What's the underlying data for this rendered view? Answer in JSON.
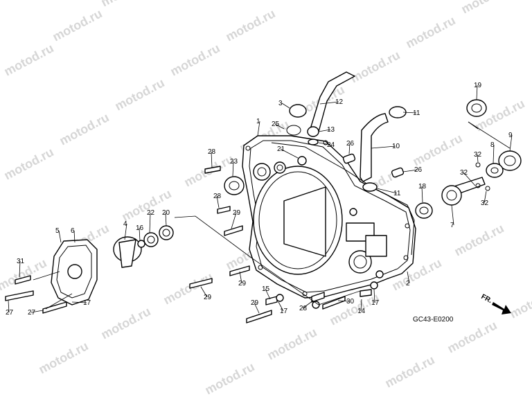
{
  "watermark": "motod.ru",
  "diagram_code": "GC43-E0200",
  "front_marker": "FR.",
  "callouts": [
    {
      "id": "c1",
      "num": "1"
    },
    {
      "id": "c2",
      "num": "2"
    },
    {
      "id": "c3",
      "num": "3"
    },
    {
      "id": "c4",
      "num": "4"
    },
    {
      "id": "c5",
      "num": "5"
    },
    {
      "id": "c6",
      "num": "6"
    },
    {
      "id": "c7",
      "num": "7"
    },
    {
      "id": "c8",
      "num": "8"
    },
    {
      "id": "c9",
      "num": "9"
    },
    {
      "id": "c10",
      "num": "10"
    },
    {
      "id": "c11a",
      "num": "11"
    },
    {
      "id": "c11b",
      "num": "11"
    },
    {
      "id": "c12",
      "num": "12"
    },
    {
      "id": "c13",
      "num": "13"
    },
    {
      "id": "c14",
      "num": "14"
    },
    {
      "id": "c15",
      "num": "15"
    },
    {
      "id": "c16",
      "num": "16"
    },
    {
      "id": "c17a",
      "num": "17"
    },
    {
      "id": "c17b",
      "num": "17"
    },
    {
      "id": "c17c",
      "num": "17"
    },
    {
      "id": "c18",
      "num": "18"
    },
    {
      "id": "c19",
      "num": "19"
    },
    {
      "id": "c20",
      "num": "20"
    },
    {
      "id": "c21",
      "num": "21"
    },
    {
      "id": "c22",
      "num": "22"
    },
    {
      "id": "c23",
      "num": "23"
    },
    {
      "id": "c24",
      "num": "24"
    },
    {
      "id": "c25",
      "num": "25"
    },
    {
      "id": "c26a",
      "num": "26"
    },
    {
      "id": "c26b",
      "num": "26"
    },
    {
      "id": "c27a",
      "num": "27"
    },
    {
      "id": "c27b",
      "num": "27"
    },
    {
      "id": "c28a",
      "num": "28"
    },
    {
      "id": "c28b",
      "num": "28"
    },
    {
      "id": "c28c",
      "num": "28"
    },
    {
      "id": "c29a",
      "num": "29"
    },
    {
      "id": "c29b",
      "num": "29"
    },
    {
      "id": "c29c",
      "num": "29"
    },
    {
      "id": "c29d",
      "num": "29"
    },
    {
      "id": "c30",
      "num": "30"
    },
    {
      "id": "c31",
      "num": "31"
    },
    {
      "id": "c32a",
      "num": "32"
    },
    {
      "id": "c32b",
      "num": "32"
    },
    {
      "id": "c32c",
      "num": "32"
    }
  ]
}
